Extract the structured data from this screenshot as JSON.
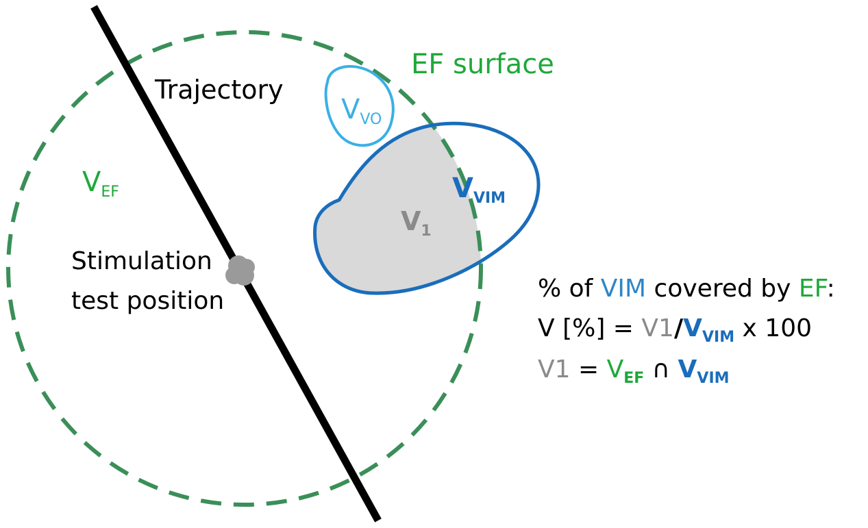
{
  "colors": {
    "ef_green": "#3a8f58",
    "label_green": "#1fa83a",
    "vo_blue": "#3ab0e6",
    "vim_blue": "#1a6dbb",
    "overlap_grey": "#d9d9d9",
    "trajectory": "#000000",
    "test_point": "#9a9a9a"
  },
  "labels": {
    "ef_surface": "EF surface",
    "trajectory": "Trajectory",
    "v_ef_main": "V",
    "v_ef_sub": "EF",
    "v_vo_main": "V",
    "v_vo_sub": "VO",
    "v_vim_main": "V",
    "v_vim_sub": "VIM",
    "v1_main": "V",
    "v1_sub": "1",
    "stimulation_line1": "Stimulation",
    "stimulation_line2": "test position"
  },
  "formula": {
    "line1": {
      "prefix": "% of ",
      "vim": "VIM",
      "middle": " covered by ",
      "ef": "EF",
      "suffix": ":"
    },
    "line2": {
      "prefix": "V [%] = ",
      "v1": "V1",
      "slash": "/",
      "vvim_main": "V",
      "vvim_sub": "VIM",
      "suffix": " x 100"
    },
    "line3": {
      "v1": "V1",
      "equals": " = ",
      "vef_main": "V",
      "vef_sub": "EF",
      "cap": " ∩ ",
      "vvim_main": "V",
      "vvim_sub": "VIM"
    }
  }
}
